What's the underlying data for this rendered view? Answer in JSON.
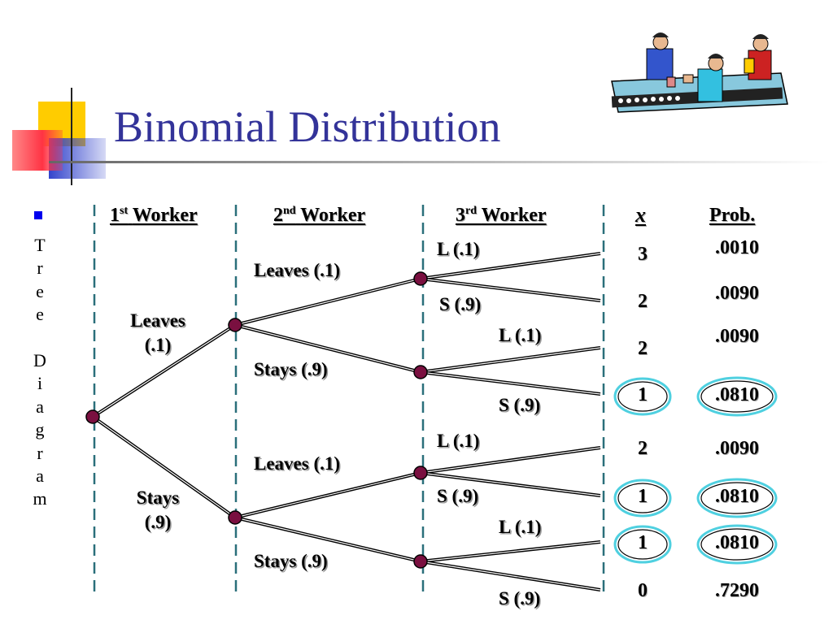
{
  "slide": {
    "title": "Binomial Distribution",
    "bullet": [
      "T",
      "r",
      "e",
      "e",
      "",
      "D",
      "i",
      "a",
      "g",
      "r",
      "a",
      "m"
    ]
  },
  "headers": {
    "worker1": {
      "ord": "1",
      "sup": "st",
      "word": "Worker"
    },
    "worker2": {
      "ord": "2",
      "sup": "nd",
      "word": "Worker"
    },
    "worker3": {
      "ord": "3",
      "sup": "rd",
      "word": "Worker"
    },
    "x": "x",
    "prob": "Prob."
  },
  "tree": {
    "level1": {
      "leaves": [
        "Leaves",
        "(.1)"
      ],
      "stays": [
        "Stays",
        "(.9)"
      ]
    },
    "level2": {
      "upper_leaves": "Leaves (.1)",
      "upper_stays": "Stays (.9)",
      "lower_leaves": "Leaves (.1)",
      "lower_stays": "Stays (.9)"
    },
    "level3": [
      "L (.1)",
      "S (.9)",
      "L (.1)",
      "S (.9)",
      "L (.1)",
      "S (.9)",
      "L (.1)",
      "S (.9)"
    ]
  },
  "outcomes": [
    {
      "x": "3",
      "prob": ".0010",
      "circled": false
    },
    {
      "x": "2",
      "prob": ".0090",
      "circled": false
    },
    {
      "x": "2",
      "prob": ".0090",
      "circled": false
    },
    {
      "x": "1",
      "prob": ".0810",
      "circled": true
    },
    {
      "x": "2",
      "prob": ".0090",
      "circled": false
    },
    {
      "x": "1",
      "prob": ".0810",
      "circled": true
    },
    {
      "x": "1",
      "prob": ".0810",
      "circled": true
    },
    {
      "x": "0",
      "prob": ".7290",
      "circled": false
    }
  ],
  "colors": {
    "title": "#333399",
    "node": "#7a1040",
    "divider": "#2a6f7a",
    "circle": "#4fd0e0",
    "deco_yellow": "#ffcc00",
    "deco_red": "#ff3344",
    "deco_blue": "#3344cc"
  },
  "icons": {
    "clipart": "workers-at-assembly-line-icon"
  }
}
